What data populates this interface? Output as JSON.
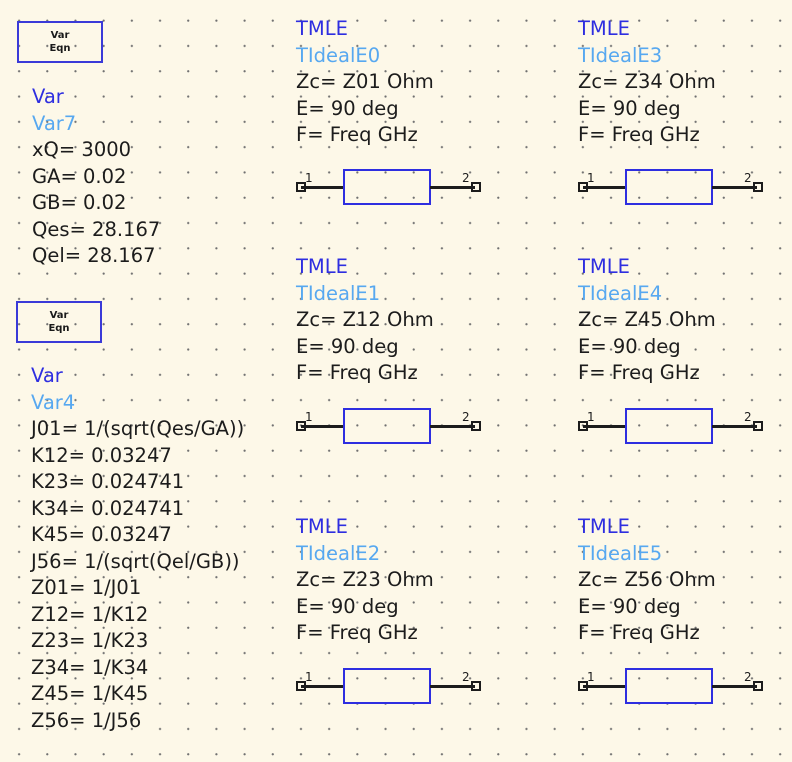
{
  "var_blocks": [
    {
      "icon_top": "Var",
      "icon_bottom": "Eqn",
      "type": "Var",
      "instance": "Var7",
      "equations": [
        "xQ= 3000",
        "GA= 0.02",
        "GB= 0.02",
        "Qes= 28.167",
        "Qel= 28.167"
      ]
    },
    {
      "icon_top": "Var",
      "icon_bottom": "Eqn",
      "type": "Var",
      "instance": "Var4",
      "equations": [
        "J01= 1/(sqrt(Qes/GA))",
        "K12= 0.03247",
        "K23= 0.024741",
        "K34= 0.024741",
        "K45= 0.03247",
        "J56= 1/(sqrt(Qel/GB))",
        "Z01= 1/J01",
        "Z12= 1/K12",
        "Z23= 1/K23",
        "Z34= 1/K34",
        "Z45= 1/K45",
        "Z56= 1/J56"
      ]
    }
  ],
  "tlines": [
    {
      "type": "TMLE",
      "instance": "TIdealE0",
      "zc": "Zc= Z01 Ohm",
      "e": "E= 90 deg",
      "f": "F= Freq GHz",
      "port1": "1",
      "port2": "2"
    },
    {
      "type": "TMLE",
      "instance": "TIdealE1",
      "zc": "Zc= Z12 Ohm",
      "e": "E= 90 deg",
      "f": "F= Freq GHz",
      "port1": "1",
      "port2": "2"
    },
    {
      "type": "TMLE",
      "instance": "TIdealE2",
      "zc": "Zc= Z23 Ohm",
      "e": "E= 90 deg",
      "f": "F= Freq GHz",
      "port1": "1",
      "port2": "2"
    },
    {
      "type": "TMLE",
      "instance": "TIdealE3",
      "zc": "Zc= Z34 Ohm",
      "e": "E= 90 deg",
      "f": "F= Freq GHz",
      "port1": "1",
      "port2": "2"
    },
    {
      "type": "TMLE",
      "instance": "TIdealE4",
      "zc": "Zc= Z45 Ohm",
      "e": "E= 90 deg",
      "f": "F= Freq GHz",
      "port1": "1",
      "port2": "2"
    },
    {
      "type": "TMLE",
      "instance": "TIdealE5",
      "zc": "Zc= Z56 Ohm",
      "e": "E= 90 deg",
      "f": "F= Freq GHz",
      "port1": "1",
      "port2": "2"
    }
  ]
}
